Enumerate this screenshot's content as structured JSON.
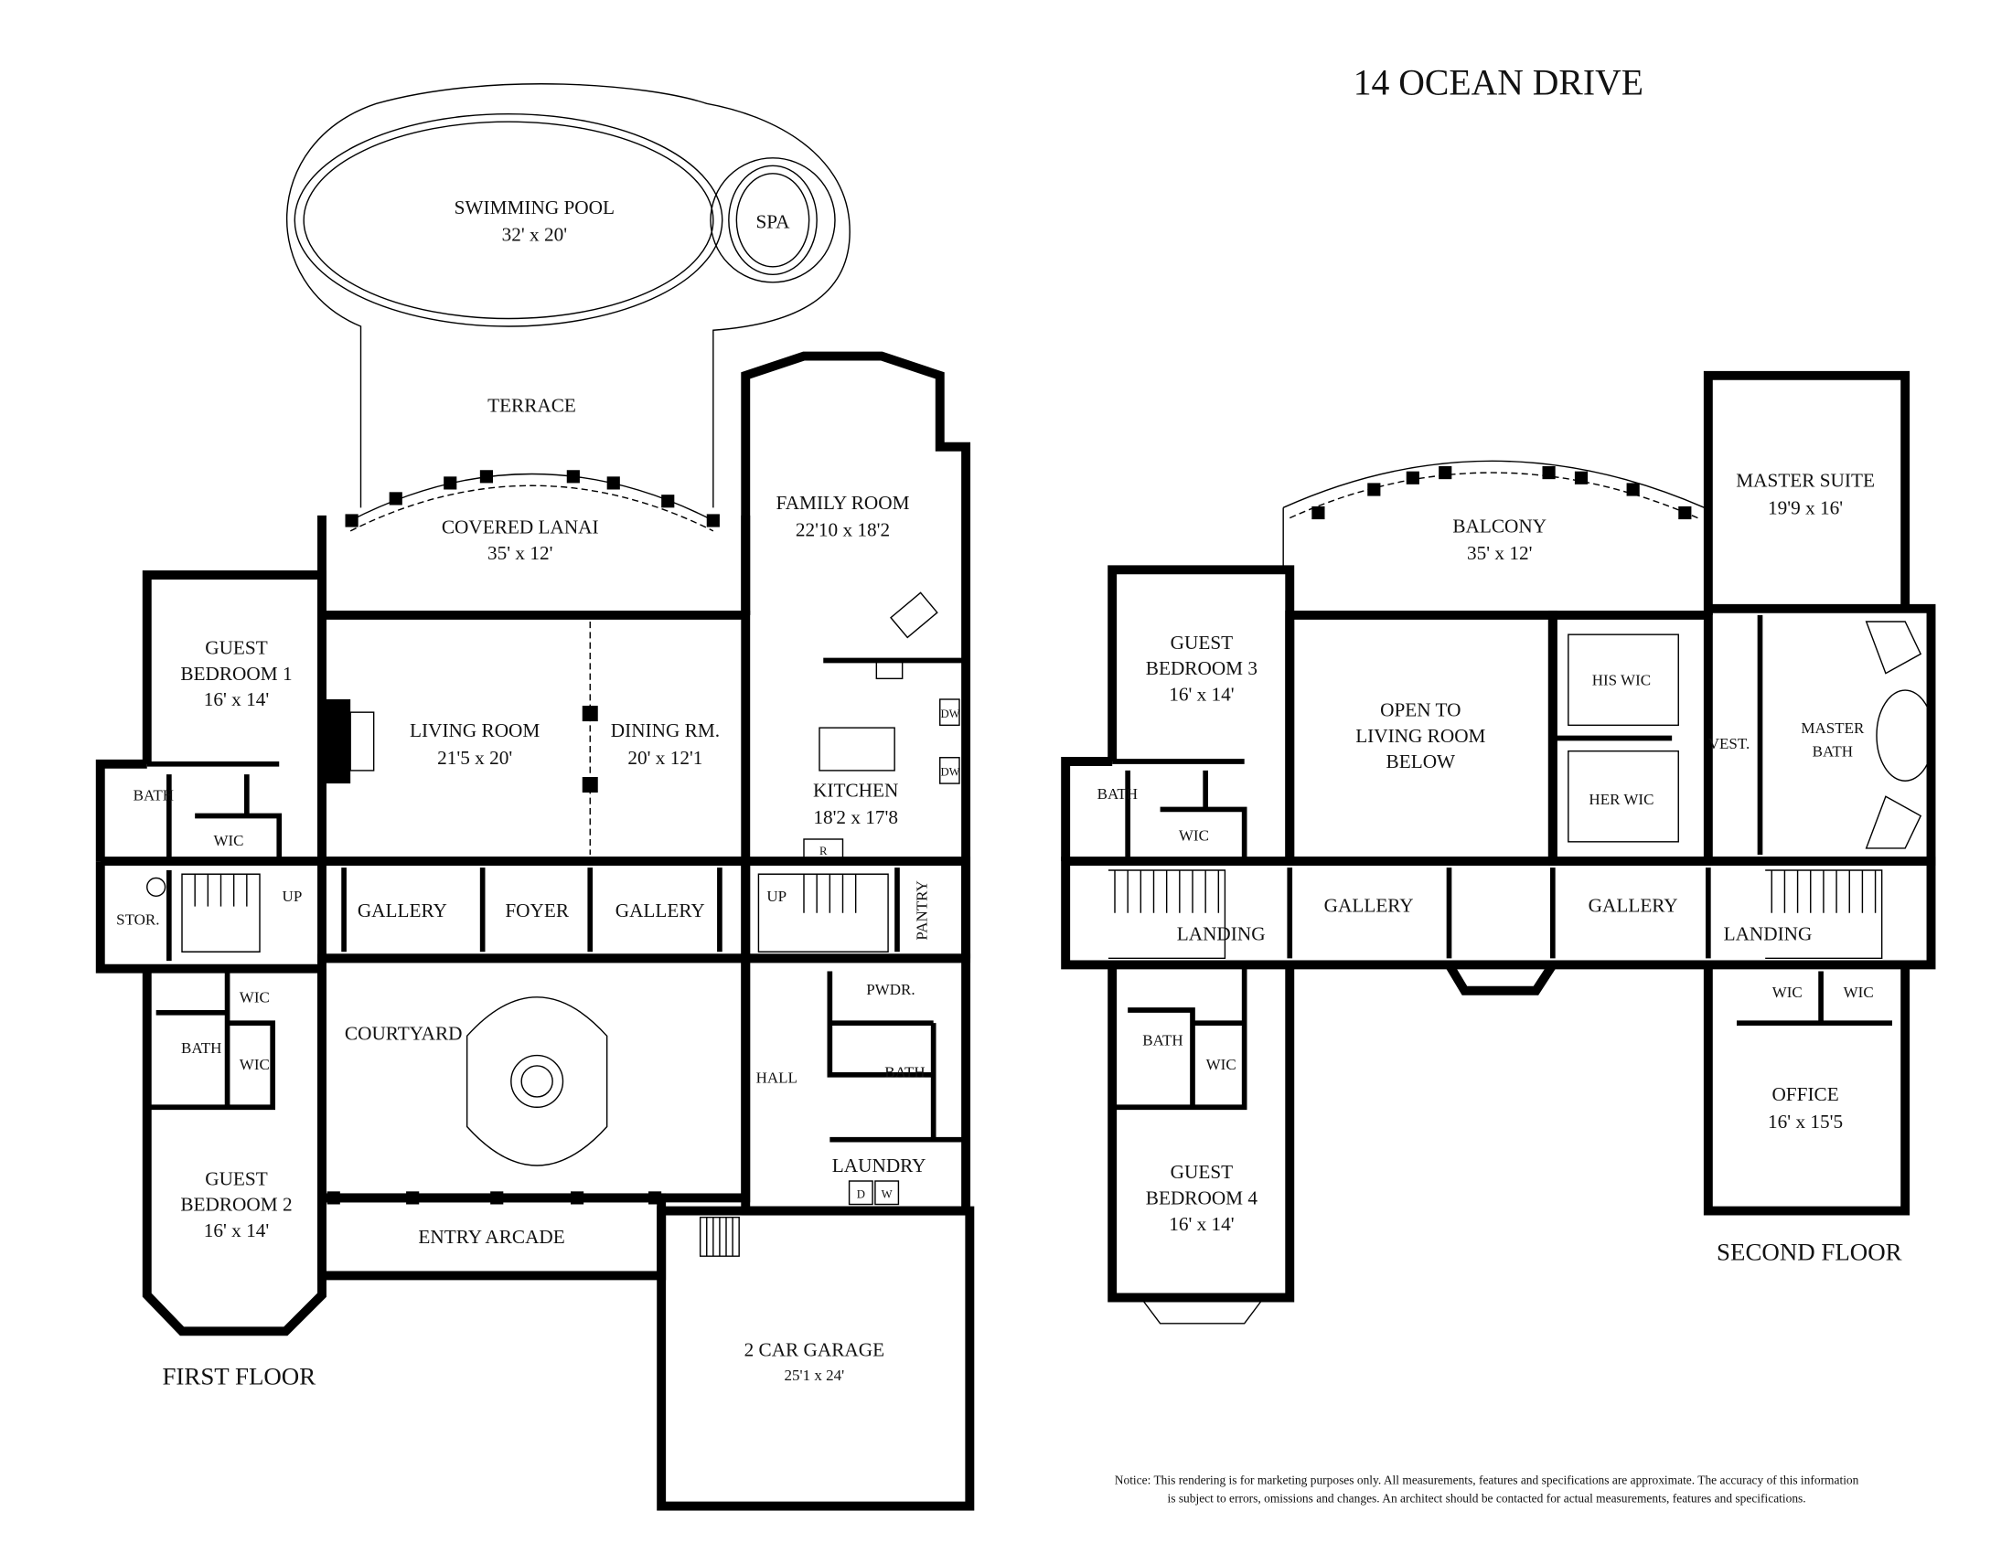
{
  "title": "14 OCEAN DRIVE",
  "first_floor": {
    "label": "FIRST FLOOR",
    "rooms": {
      "pool": {
        "name": "SWIMMING POOL",
        "size": "32' x 20'"
      },
      "spa": {
        "name": "SPA"
      },
      "terrace": {
        "name": "TERRACE"
      },
      "lanai": {
        "name": "COVERED LANAI",
        "size": "35' x 12'"
      },
      "family": {
        "name": "FAMILY ROOM",
        "size": "22'10 x 18'2"
      },
      "guest1": {
        "line1": "GUEST",
        "line2": "BEDROOM 1",
        "size": "16' x 14'"
      },
      "living": {
        "name": "LIVING ROOM",
        "size": "21'5 x 20'"
      },
      "dining": {
        "name": "DINING RM.",
        "size": "20' x 12'1"
      },
      "kitchen": {
        "name": "KITCHEN",
        "size": "18'2 x 17'8"
      },
      "bath1": "BATH",
      "wic1": "WIC",
      "stor": "STOR.",
      "up1": "UP",
      "up2": "UP",
      "gallery1": "GALLERY",
      "foyer": "FOYER",
      "gallery2": "GALLERY",
      "pantry": "PANTRY",
      "wic2": "WIC",
      "bath2": "BATH",
      "wic3": "WIC",
      "courtyard": "COURTYARD",
      "pwdr": "PWDR.",
      "bath3": "BATH",
      "hall": "HALL",
      "laundry": "LAUNDRY",
      "dryer": "D",
      "washer": "W",
      "range": "R",
      "dw1": "DW",
      "dw2": "DW",
      "guest2": {
        "line1": "GUEST",
        "line2": "BEDROOM 2",
        "size": "16' x 14'"
      },
      "arcade": "ENTRY ARCADE",
      "garage": {
        "name": "2 CAR GARAGE",
        "size": "25'1 x 24'"
      }
    }
  },
  "second_floor": {
    "label": "SECOND FLOOR",
    "rooms": {
      "balcony": {
        "name": "BALCONY",
        "size": "35' x 12'"
      },
      "master_suite": {
        "name": "MASTER SUITE",
        "size": "19'9 x 16'"
      },
      "guest3": {
        "line1": "GUEST",
        "line2": "BEDROOM 3",
        "size": "16' x 14'"
      },
      "open": {
        "line1": "OPEN TO",
        "line2": "LIVING ROOM",
        "line3": "BELOW"
      },
      "his_wic": "HIS WIC",
      "her_wic": "HER WIC",
      "vest": "VEST.",
      "master_bath": {
        "line1": "MASTER",
        "line2": "BATH"
      },
      "bath1": "BATH",
      "wic1": "WIC",
      "gallery1": "GALLERY",
      "gallery2": "GALLERY",
      "landing1": "LANDING",
      "landing2": "LANDING",
      "wic2": "WIC",
      "wic3": "WIC",
      "bath2": "BATH",
      "wic4": "WIC",
      "office": {
        "name": "OFFICE",
        "size": "16' x 15'5"
      },
      "guest4": {
        "line1": "GUEST",
        "line2": "BEDROOM 4",
        "size": "16' x 14'"
      }
    }
  },
  "notice": {
    "line1": "Notice: This rendering is for marketing purposes only. All measurements, features and specifications are approximate. The accuracy of this information",
    "line2": "is subject to errors, omissions and changes. An architect should be contacted for actual measurements, features and specifications."
  }
}
